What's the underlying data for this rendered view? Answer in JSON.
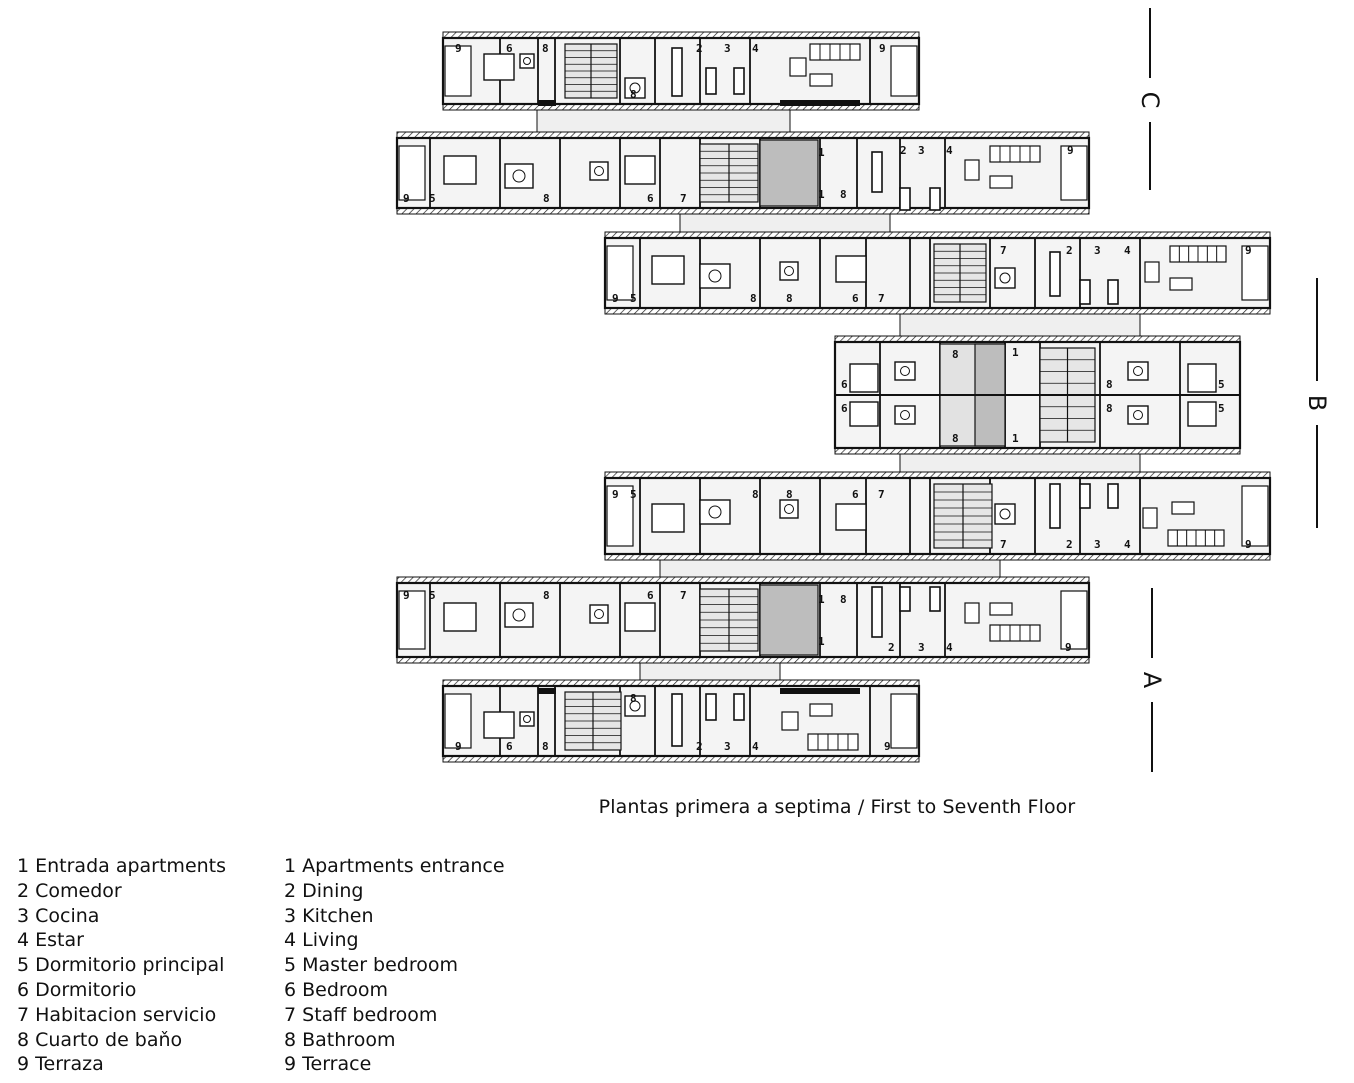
{
  "caption": "Plantas primera a septima / First to Seventh Floor",
  "section_labels": [
    "C",
    "B",
    "A"
  ],
  "legend_es": [
    "1 Entrada apartments",
    "2 Comedor",
    "3 Cocina",
    "4 Estar",
    "5 Dormitorio principal",
    "6 Dormitorio",
    "7 Habitacion servicio",
    "8 Cuarto de baňo",
    "9 Terraza"
  ],
  "legend_en": [
    "1 Apartments entrance",
    "2 Dining",
    "3 Kitchen",
    "4 Living",
    "5 Master bedroom",
    "6 Bedroom",
    "7 Staff bedroom",
    "8 Bathroom",
    "9 Terrace"
  ],
  "room_numbers": [
    "1",
    "2",
    "3",
    "4",
    "5",
    "6",
    "7",
    "8",
    "9"
  ],
  "colors": {
    "wall": "#111111",
    "floor": "#f4f4f4",
    "corridor": "#e2e2e2",
    "core": "#bdbdbd",
    "ink": "#111111"
  }
}
